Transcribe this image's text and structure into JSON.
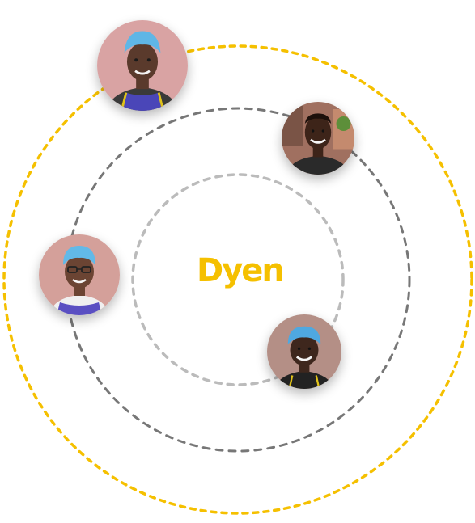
{
  "brand": {
    "name": "Dyen",
    "color": "#f5c000"
  },
  "orbits": [
    {
      "name": "outer",
      "color": "#f5c000"
    },
    {
      "name": "middle",
      "color": "#777777"
    },
    {
      "name": "inner",
      "color": "#bbbbbb"
    }
  ],
  "people": [
    {
      "id": "top",
      "bg": "#d9a3a3",
      "cap": "#5fb6e6",
      "skin": "#5a3a2c",
      "shirt": "#4a46b8"
    },
    {
      "id": "right-upper",
      "bg": "#a07060",
      "cap": null,
      "skin": "#3d2419",
      "shirt": "#2a2a2a"
    },
    {
      "id": "left",
      "bg": "#d4a09a",
      "cap": "#62b9e8",
      "skin": "#6b4433",
      "shirt": "#5a4fc2"
    },
    {
      "id": "right-lower",
      "bg": "#b48f86",
      "cap": "#4fa8e0",
      "skin": "#3e271d",
      "shirt": "#222222"
    }
  ]
}
